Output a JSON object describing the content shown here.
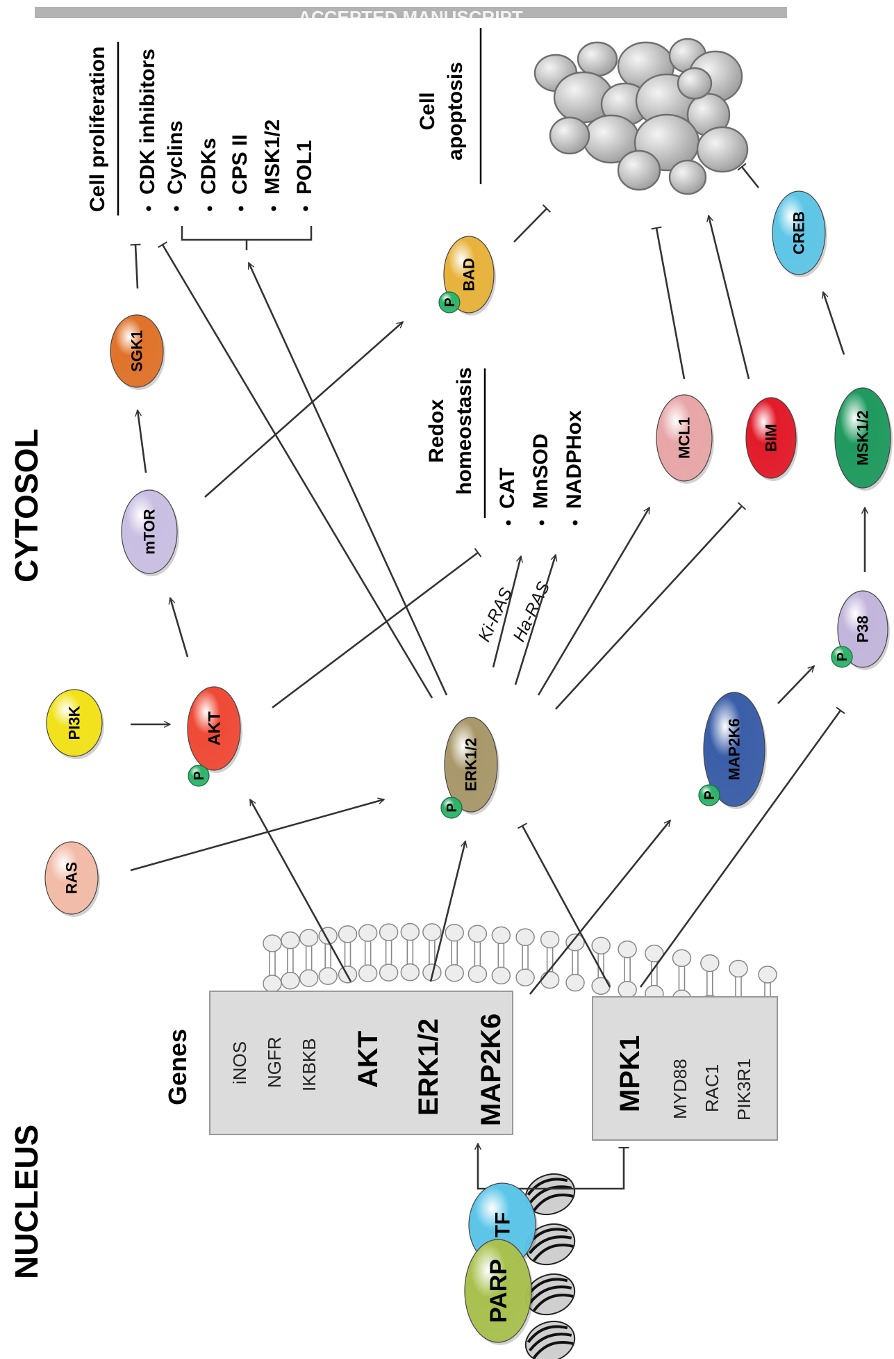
{
  "banner": {
    "text": "ACCEPTED MANUSCRIPT"
  },
  "compartments": {
    "nucleus": "NUCLEUS",
    "cytosol": "CYTOSOL"
  },
  "phospho": "P",
  "nodes": {
    "parp": "PARP",
    "tf": "TF",
    "ras": "RAS",
    "pi3k": "PI3K",
    "akt": "AKT",
    "mtor": "mTOR",
    "sgk1": "SGK1",
    "erk": "ERK1/2",
    "bad": "BAD",
    "mcl1": "MCL1",
    "bim": "BIM",
    "map2k6": "MAP2K6",
    "p38": "P38",
    "msk": "MSK1/2",
    "creb": "CREB"
  },
  "genes": {
    "heading": "Genes",
    "box1": [
      "iNOS",
      "NGFR",
      "IKBKB",
      "AKT",
      "ERK1/2",
      "MAP2K6"
    ],
    "box2": [
      "MPK1",
      "MYD88",
      "RAC1",
      "PIK3R1"
    ]
  },
  "proliferation": {
    "heading": "Cell proliferation",
    "items": [
      "CDK inhibitors",
      "Cyclins",
      "CDKs",
      "CPS II",
      "MSK1/2",
      "POL1"
    ]
  },
  "apoptosis": {
    "line1": "Cell",
    "line2": "apoptosis"
  },
  "redox": {
    "line1": "Redox",
    "line2": "homeostasis",
    "items": [
      "CAT",
      "MnSOD",
      "NADPHox"
    ]
  },
  "ras_labels": {
    "ki": "Ki-RAS",
    "ha": "Ha-RAS"
  },
  "colors": {
    "ras": "#f2bca8",
    "pi3k": "#f2e21a",
    "akt": "#ef4a36",
    "mtor": "#c9bfe3",
    "sgk1": "#e0732a",
    "erk": "#a8986a",
    "bad": "#e8b33c",
    "mcl1": "#e8a6a8",
    "bim": "#e21b2a",
    "map2k6": "#3a5ea8",
    "p38": "#c3b6dc",
    "msk": "#1f9a5f",
    "creb": "#5ec6e6",
    "parp": "#a9c04e",
    "tf": "#5cc5e8",
    "phospho": "#2fb36a"
  }
}
